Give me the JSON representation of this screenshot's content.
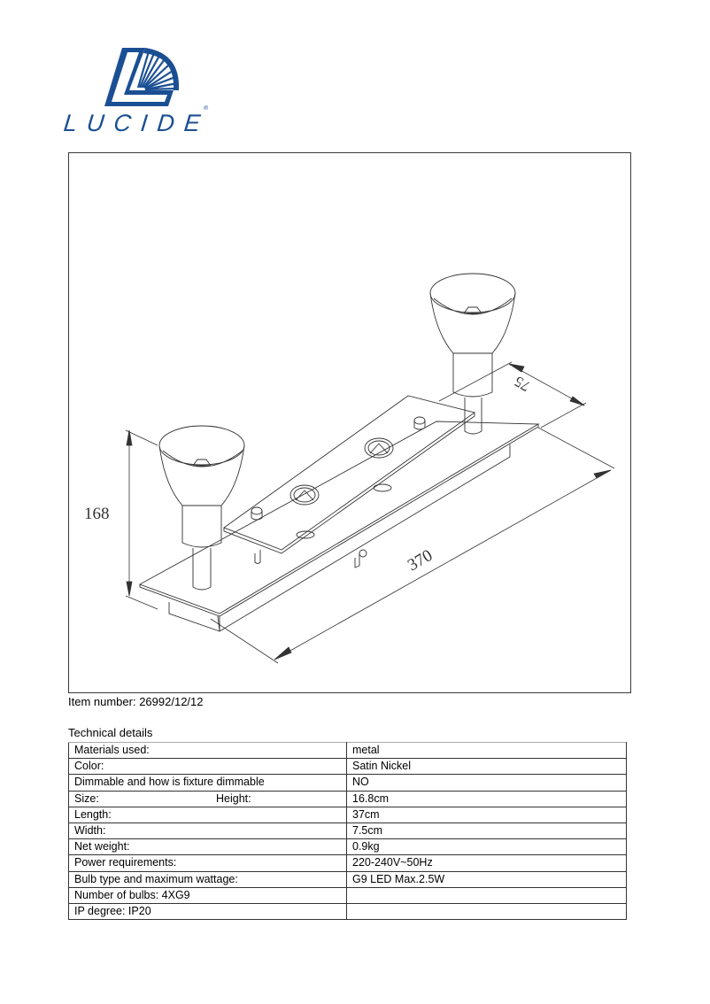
{
  "brand": {
    "name": "LUCIDE",
    "registered_mark": "®",
    "color": "#1b4f93"
  },
  "drawing": {
    "dimensions": {
      "height": "168",
      "length": "370",
      "width": "75"
    }
  },
  "item_number": "Item number: 26992/12/12",
  "technical_details": {
    "title": "Technical details",
    "rows": [
      {
        "label": "Materials used:",
        "sublabel": "",
        "value": "metal"
      },
      {
        "label": "Color:",
        "sublabel": "",
        "value": "Satin Nickel"
      },
      {
        "label": "Dimmable and how is fixture dimmable",
        "sublabel": "",
        "value": "NO"
      },
      {
        "label": "Size:",
        "sublabel": "Height:",
        "value": "16.8cm"
      },
      {
        "label": "",
        "sublabel": "Length:",
        "value": "37cm"
      },
      {
        "label": "",
        "sublabel": "Width:",
        "value": "7.5cm"
      },
      {
        "label": "",
        "sublabel": "Net weight:",
        "value": "0.9kg"
      },
      {
        "label": "Power requirements:",
        "sublabel": "",
        "value": "220-240V~50Hz"
      },
      {
        "label": "Bulb type and maximum wattage:",
        "sublabel": "",
        "value": "G9 LED Max.2.5W"
      },
      {
        "label": "Number of bulbs:  4XG9",
        "sublabel": "",
        "value": ""
      },
      {
        "label": "IP degree:  IP20",
        "sublabel": "",
        "value": ""
      }
    ]
  }
}
